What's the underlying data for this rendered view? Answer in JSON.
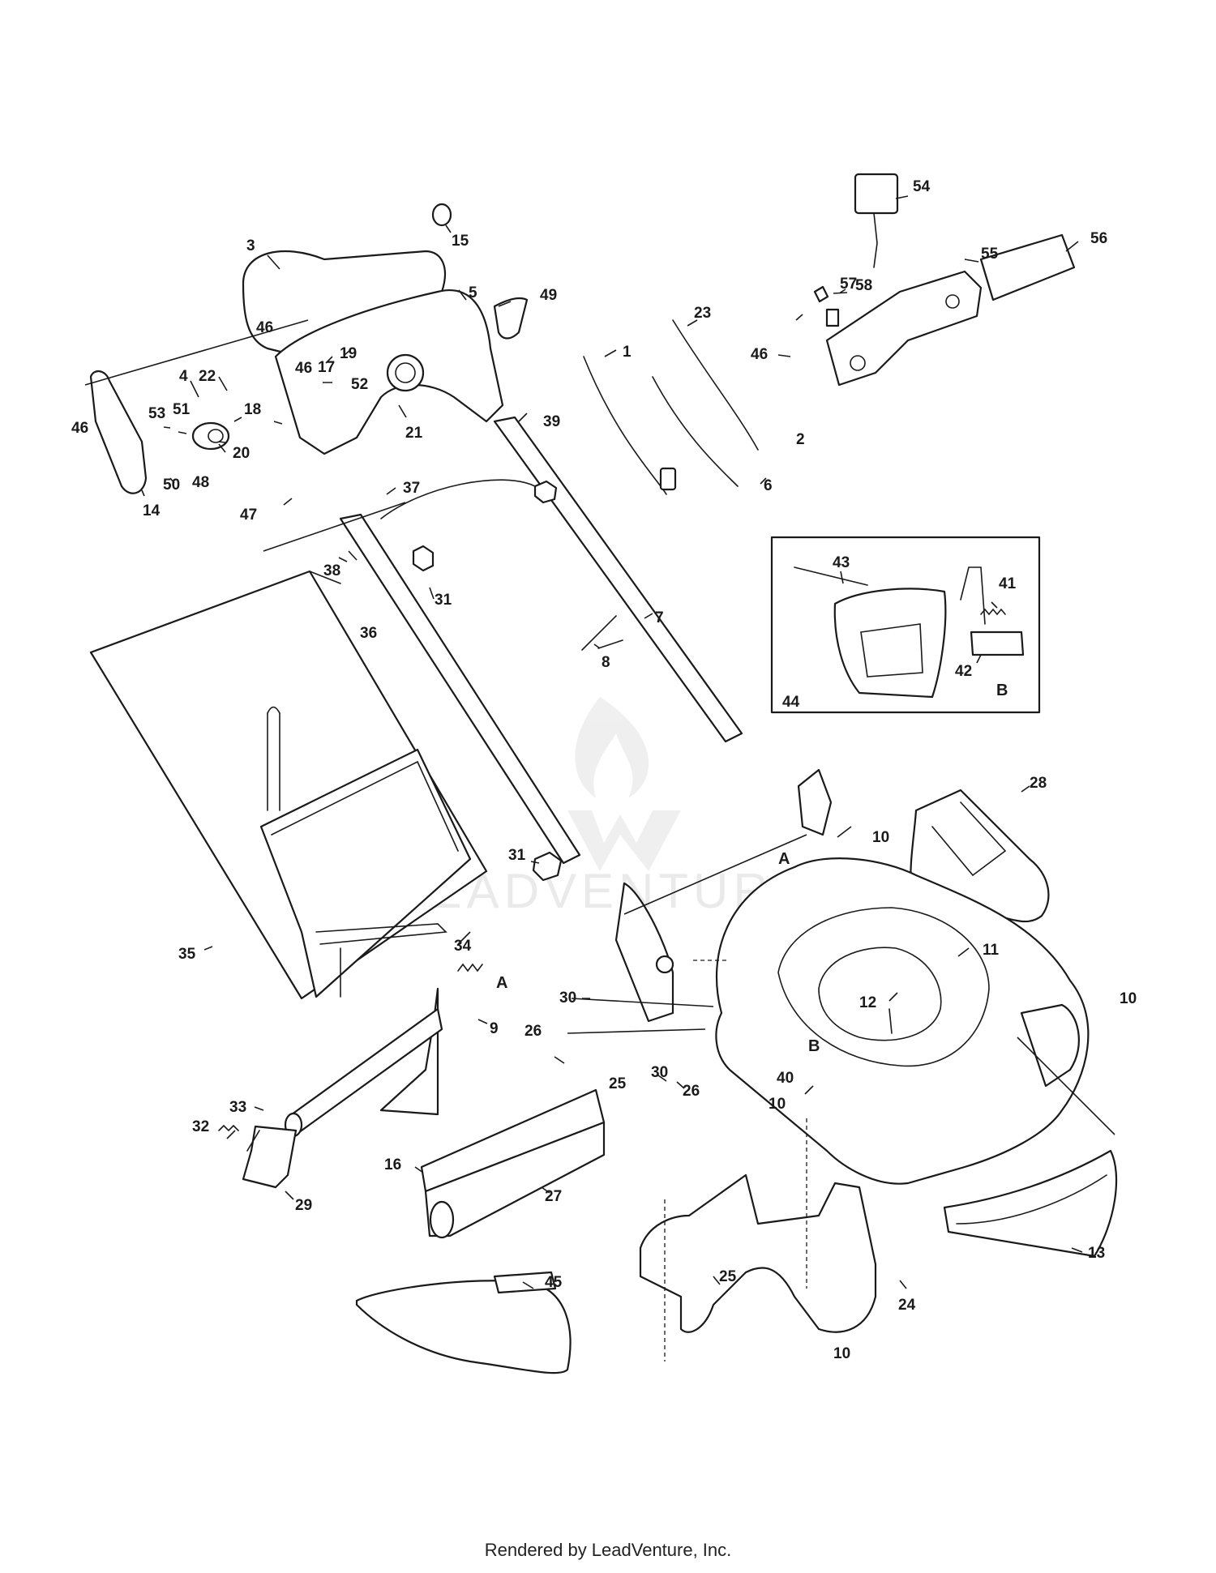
{
  "diagram": {
    "callouts": [
      "1",
      "2",
      "3",
      "4",
      "5",
      "6",
      "7",
      "8",
      "9",
      "10",
      "11",
      "12",
      "13",
      "14",
      "15",
      "16",
      "17",
      "18",
      "19",
      "20",
      "21",
      "22",
      "23",
      "24",
      "25",
      "26",
      "27",
      "28",
      "29",
      "30",
      "31",
      "32",
      "33",
      "34",
      "35",
      "36",
      "37",
      "38",
      "39",
      "40",
      "41",
      "42",
      "43",
      "44",
      "45",
      "46",
      "47",
      "48",
      "49",
      "50",
      "51",
      "52",
      "53",
      "54",
      "55",
      "56",
      "57",
      "58"
    ],
    "reference_marks": [
      "A",
      "B"
    ],
    "watermark": "LEADVENTURE"
  },
  "footer": {
    "text": "Rendered by LeadVenture, Inc."
  }
}
